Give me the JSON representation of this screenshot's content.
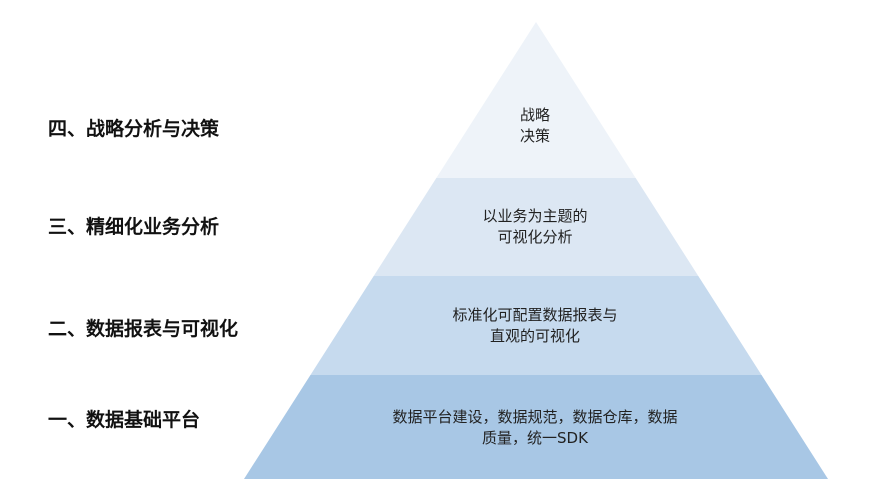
{
  "levels": [
    {
      "label": "四、战略分析与决策",
      "text1": "战略",
      "text2": "决策",
      "color": "#eef3f9"
    },
    {
      "label": "三、精细化业务分析",
      "text1": "以业务为主题的",
      "text2": "可视化分析",
      "color": "#dce7f3"
    },
    {
      "label": "二、数据报表与可视化",
      "text1": "标准化可配置数据报表与",
      "text2": "直观的可视化",
      "color": "#c6daee"
    },
    {
      "label": "一、数据基础平台",
      "text1": "数据平台建设，数据规范，数据仓库，数据",
      "text2": "质量，统一SDK",
      "color": "#a8c7e5"
    }
  ]
}
